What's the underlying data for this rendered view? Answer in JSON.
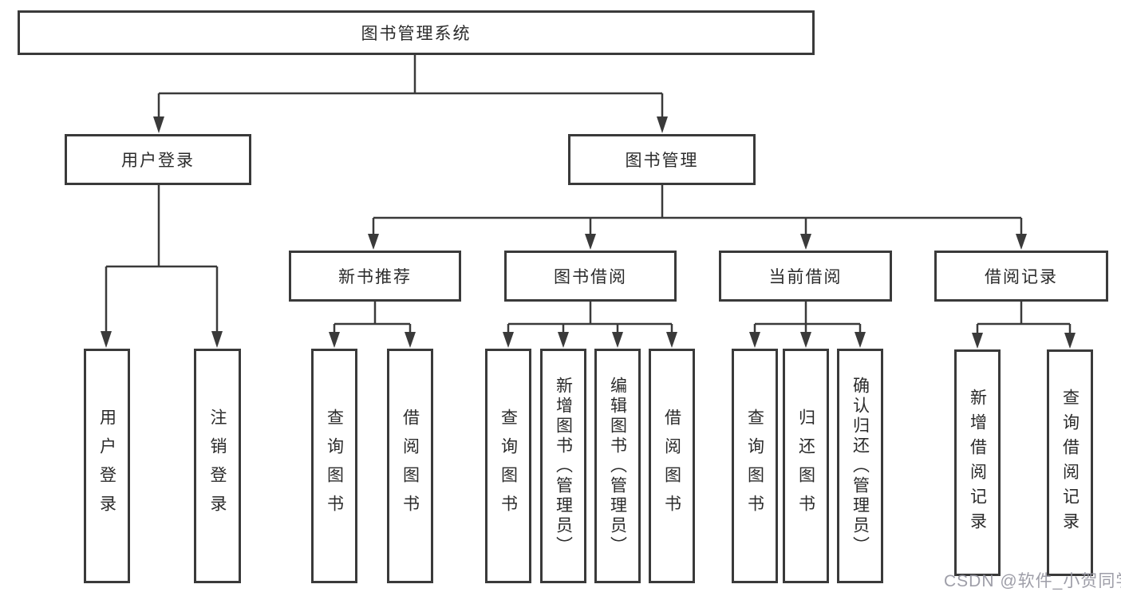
{
  "diagram": {
    "title": "图书管理系统",
    "root": {
      "label": "图书管理系统"
    },
    "branches": [
      {
        "label": "用户登录",
        "children": [
          {
            "label": "用户登录"
          },
          {
            "label": "注销登录"
          }
        ]
      },
      {
        "label": "图书管理",
        "children": [
          {
            "label": "新书推荐",
            "children": [
              {
                "label": "查询图书"
              },
              {
                "label": "借阅图书"
              }
            ]
          },
          {
            "label": "图书借阅",
            "children": [
              {
                "label": "查询图书"
              },
              {
                "label": "新增图书（管理员）"
              },
              {
                "label": "编辑图书（管理员）"
              },
              {
                "label": "借阅图书"
              }
            ]
          },
          {
            "label": "当前借阅",
            "children": [
              {
                "label": "查询图书"
              },
              {
                "label": "归还图书"
              },
              {
                "label": "确认归还（管理员）"
              }
            ]
          },
          {
            "label": "借阅记录",
            "children": [
              {
                "label": "新增借阅记录"
              },
              {
                "label": "查询借阅记录"
              }
            ]
          }
        ]
      }
    ],
    "line_color": "#3a3a3a"
  },
  "watermark": {
    "text": "CSDN @软件_小贺同学"
  }
}
